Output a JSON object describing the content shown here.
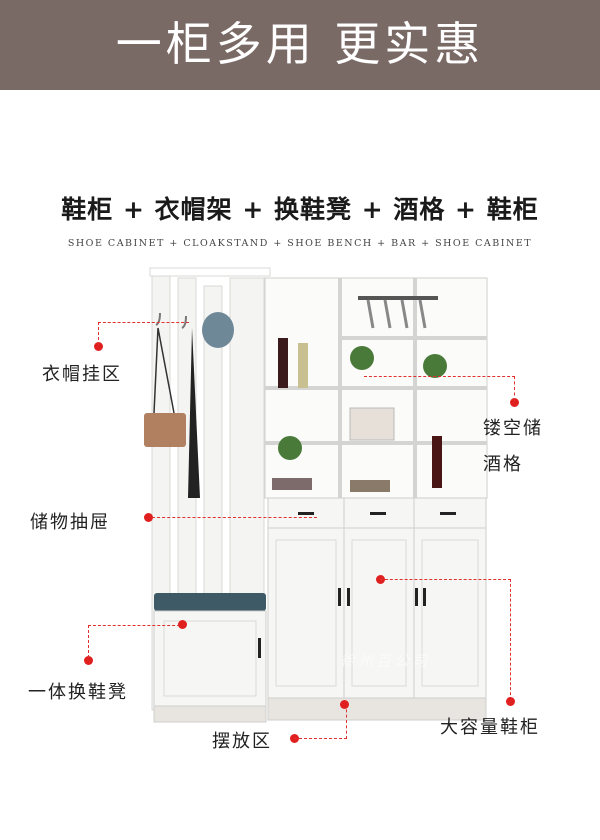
{
  "banner": {
    "title": "一柜多用 更实惠"
  },
  "headline": "鞋柜 + 衣帽架 + 换鞋凳 + 酒格 + 鞋柜",
  "subline": "SHOE CABINET + CLOAKSTAND + SHOE BENCH + BAR + SHOE CABINET",
  "callouts": {
    "coat_area": "衣帽挂区",
    "hollow_wine_line1": "镂空储",
    "hollow_wine_line2": "酒格",
    "drawer": "储物抽屉",
    "bench": "一体换鞋凳",
    "display": "摆放区",
    "shoe_cabinet": "大容量鞋柜"
  },
  "watermark": "徐州百公司",
  "colors": {
    "banner": "#7a6a66",
    "accent_red": "#e0201e",
    "cabinet_white": "#f7f7f5",
    "cushion": "#3d5a66"
  }
}
